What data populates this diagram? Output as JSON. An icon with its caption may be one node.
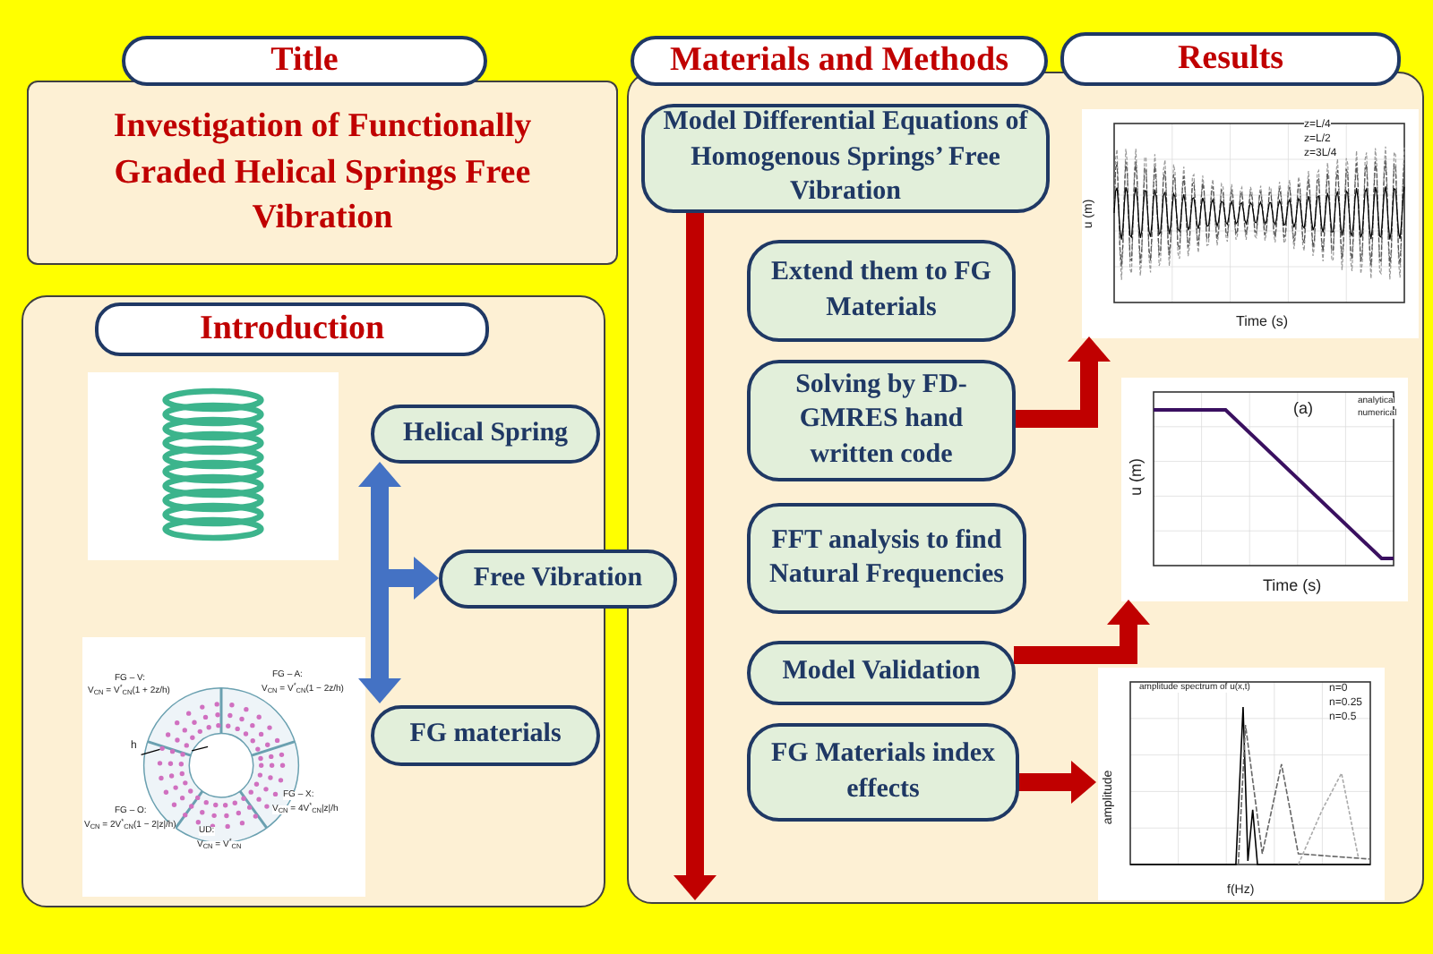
{
  "diagram": {
    "nodes": [
      {
        "text": [
          "Title"
        ]
      },
      {
        "text": [
          "Investigation of Functionally Graded Helical Springs Free Vibration"
        ]
      },
      {
        "text": [],
        "shape": "box"
      },
      {
        "text": [
          "Introduction"
        ],
        "in": 2
      },
      {
        "text": [],
        "shape": "picture",
        "in": 2
      },
      {
        "text": [
          "Helical Spring"
        ],
        "in": 2
      },
      {
        "text": [
          "Free Vibration"
        ]
      },
      {
        "text": [],
        "shape": "picture",
        "in": 2
      },
      {
        "text": [
          "FG materials"
        ],
        "in": 2
      },
      {
        "text": [
          "Materials and Methods"
        ]
      },
      {
        "text": [
          "Results"
        ]
      },
      {
        "text": [],
        "shape": "box"
      },
      {
        "text": [
          "Model Differential Equations of Homogenous Springs’ Free Vibration"
        ],
        "in": 11
      },
      {
        "text": [
          "Extend them to FG Materials"
        ],
        "in": 11
      },
      {
        "text": [
          "Solving by FD-GMRES hand written code"
        ],
        "in": 11
      },
      {
        "text": [
          "FFT analysis to find Natural Frequencies"
        ],
        "in": 11
      },
      {
        "text": [
          "Model Validation"
        ],
        "in": 11
      },
      {
        "text": [
          "FG Materials index effects"
        ],
        "in": 11
      },
      {
        "text": [],
        "shape": "picture",
        "in": 11
      },
      {
        "text": [],
        "shape": "picture",
        "in": 11
      },
      {
        "text": [],
        "shape": "picture",
        "in": 11
      }
    ],
    "edges": [
      {
        "from": 8,
        "to": 5,
        "arrow": "both",
        "color": "#4472c4"
      },
      {
        "from": null,
        "to": 6,
        "arrow": "to",
        "color": "#4472c4"
      },
      {
        "from": 12,
        "to": 11,
        "arrow": "to"
      },
      {
        "from": 14,
        "to": 18,
        "arrow": "to"
      },
      {
        "from": 16,
        "to": 19,
        "arrow": "to"
      },
      {
        "from": 17,
        "to": 20,
        "arrow": "to"
      }
    ],
    "labels": [
      "FG – V:",
      "V$_{CN}$ = V$^{*}$$_{CN}$(1 + 2z/h)",
      "FG – A:",
      "V$_{CN}$ = V$^{*}$$_{CN}$(1 − 2z/h)",
      "h",
      "FG – O:",
      "V$_{CN}$ = 2V$^{*}$$_{CN}$(1 − 2|z|/h)",
      "FG – X:",
      "V$_{CN}$ = 4V$^{*}$$_{CN}$|z|/h",
      "UD:",
      "V$_{CN}$ = V$^{*}$$_{CN}$",
      "z=L/4",
      "z=L/2",
      "z=3L/4",
      "u (m)",
      "Time (s)",
      "(a)",
      "analytical",
      "numerical",
      "u (m)",
      "Time (s)",
      "amplitude spectrum of u(x,t)",
      "n=0",
      "n=0.25",
      "n=0.5",
      "amplitude",
      "f(Hz)"
    ]
  }
}
